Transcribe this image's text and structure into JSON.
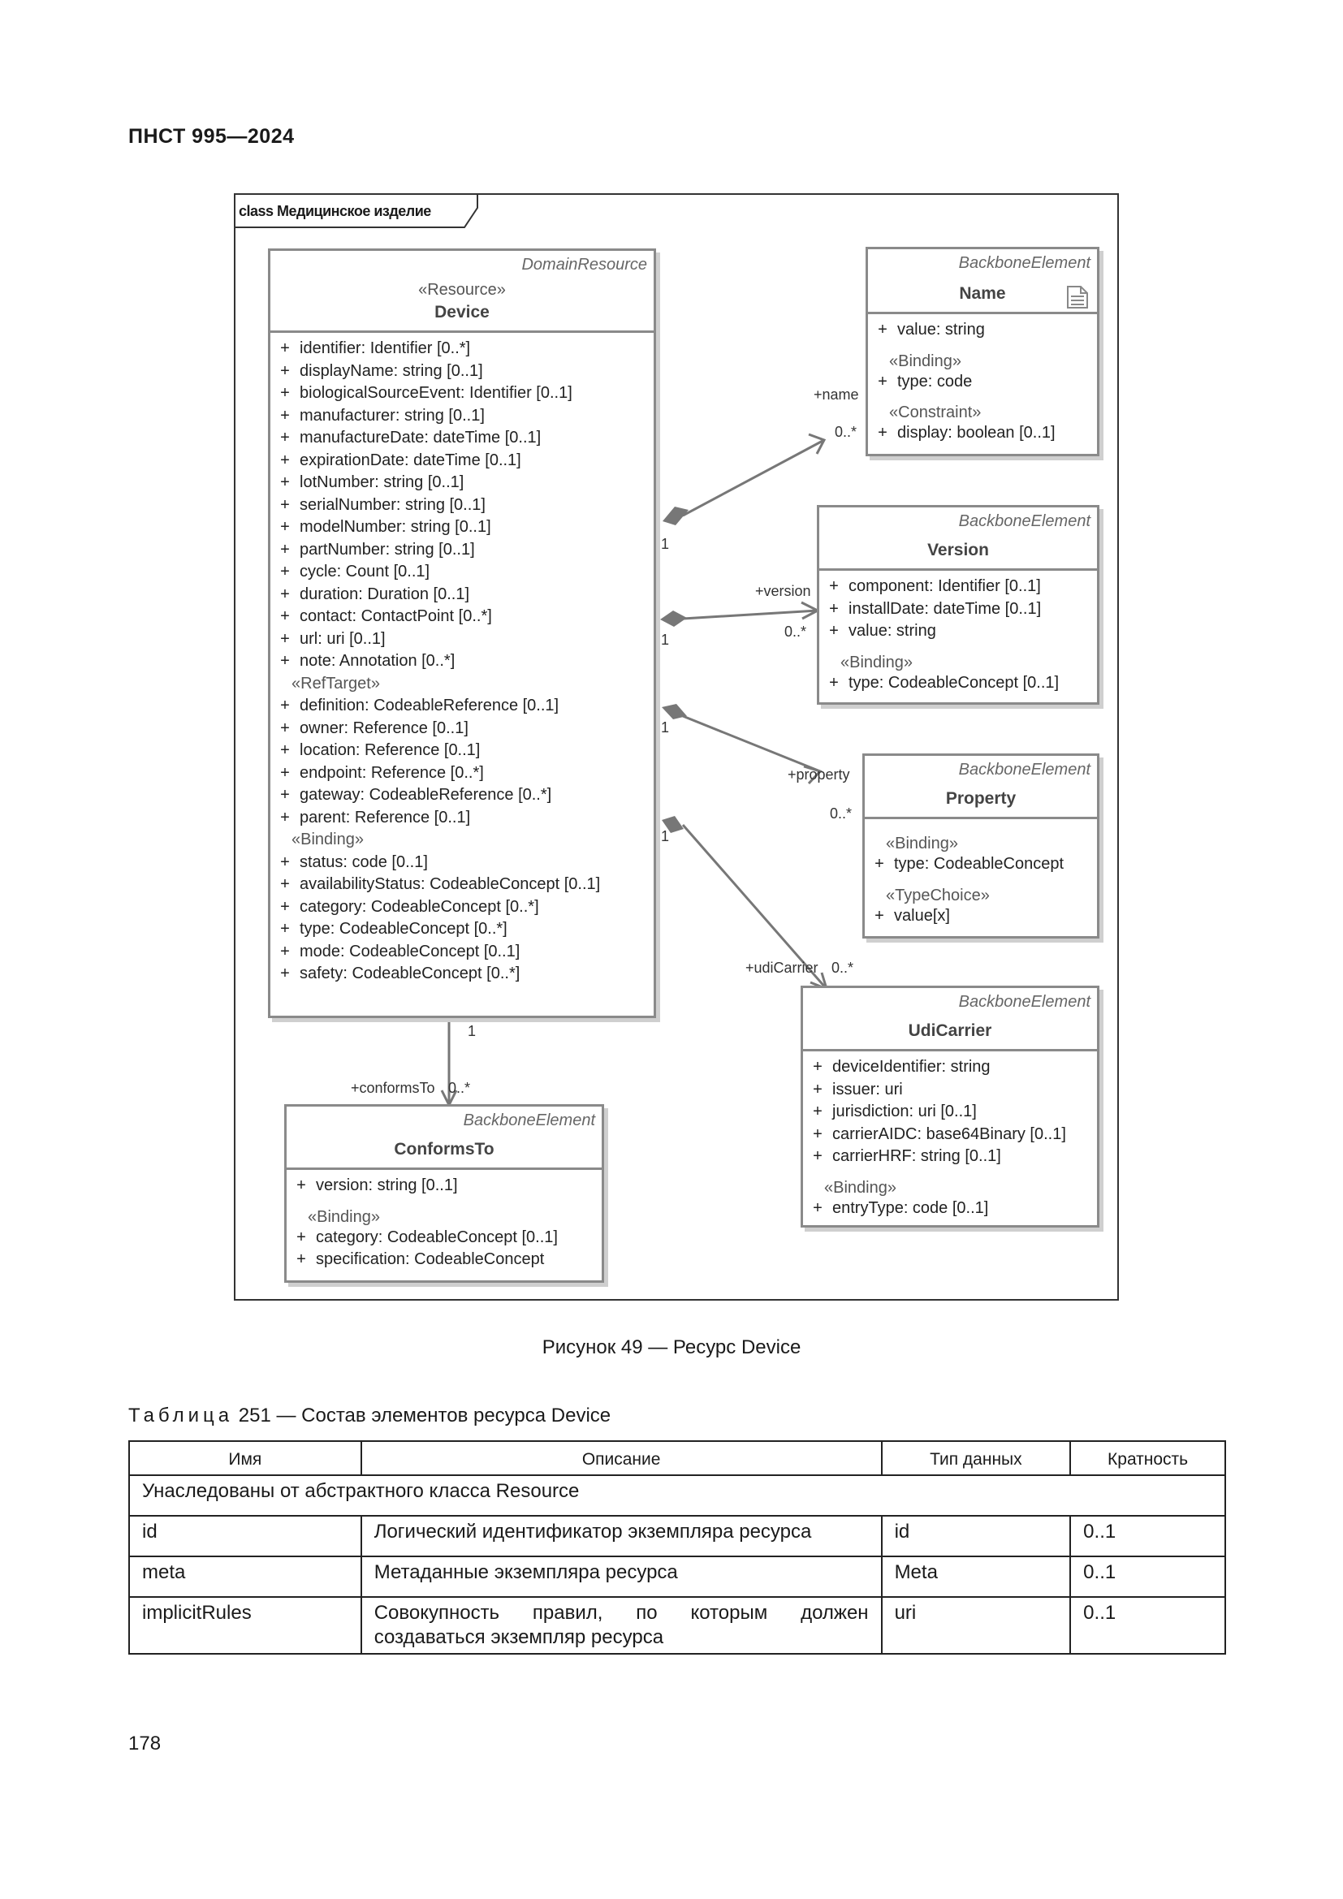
{
  "header": {
    "doc_code": "ПНСТ 995—2024"
  },
  "diagram": {
    "frame_label": "class Медицинское изделие",
    "device": {
      "stereotype_top": "DomainResource",
      "stereotype": "«Resource»",
      "name": "Device",
      "attributes": [
        "identifier: Identifier [0..*]",
        "displayName: string [0..1]",
        "biologicalSourceEvent: Identifier [0..1]",
        "manufacturer: string [0..1]",
        "manufactureDate: dateTime [0..1]",
        "expirationDate: dateTime [0..1]",
        "lotNumber: string [0..1]",
        "serialNumber: string [0..1]",
        "modelNumber: string [0..1]",
        "partNumber: string [0..1]",
        "cycle: Count [0..1]",
        "duration: Duration [0..1]",
        "contact: ContactPoint [0..*]",
        "url: uri [0..1]",
        "note: Annotation [0..*]"
      ],
      "reftarget_label": "«RefTarget»",
      "reftarget_attributes": [
        "definition: CodeableReference [0..1]",
        "owner: Reference [0..1]",
        "location: Reference [0..1]",
        "endpoint: Reference [0..*]",
        "gateway: CodeableReference [0..*]",
        "parent: Reference [0..1]"
      ],
      "binding_label": "«Binding»",
      "binding_attributes": [
        "status: code [0..1]",
        "availabilityStatus: CodeableConcept [0..1]",
        "category: CodeableConcept [0..*]",
        "type: CodeableConcept [0..*]",
        "mode: CodeableConcept [0..1]",
        "safety: CodeableConcept [0..*]"
      ]
    },
    "name_class": {
      "stereotype_top": "BackboneElement",
      "name": "Name",
      "attr1": "value: string",
      "binding_label": "«Binding»",
      "attr2": "type: code",
      "constraint_label": "«Constraint»",
      "attr3": "display: boolean [0..1]"
    },
    "version_class": {
      "stereotype_top": "BackboneElement",
      "name": "Version",
      "attrs": [
        "component: Identifier [0..1]",
        "installDate: dateTime [0..1]",
        "value: string"
      ],
      "binding_label": "«Binding»",
      "attr_binding": "type: CodeableConcept [0..1]"
    },
    "property_class": {
      "stereotype_top": "BackboneElement",
      "name": "Property",
      "binding_label": "«Binding»",
      "attr1": "type: CodeableConcept",
      "typechoice_label": "«TypeChoice»",
      "attr2": "value[x]"
    },
    "udi_class": {
      "stereotype_top": "BackboneElement",
      "name": "UdiCarrier",
      "attrs": [
        "deviceIdentifier: string",
        "issuer: uri",
        "jurisdiction: uri [0..1]",
        "carrierAIDC: base64Binary [0..1]",
        "carrierHRF: string [0..1]"
      ],
      "binding_label": "«Binding»",
      "attr_binding": "entryType: code [0..1]"
    },
    "conforms_class": {
      "stereotype_top": "BackboneElement",
      "name": "ConformsTo",
      "attr1": "version: string [0..1]",
      "binding_label": "«Binding»",
      "attrs_binding": [
        "category: CodeableConcept [0..1]",
        "specification: CodeableConcept"
      ]
    },
    "labels": {
      "plus": "+",
      "name_role": "+name",
      "name_mult": "0..*",
      "name_src": "1",
      "version_role": "+version",
      "version_mult": "0..*",
      "version_src": "1",
      "property_role": "+property",
      "property_mult": "0..*",
      "property_src": "1",
      "udi_role": "+udiCarrier",
      "udi_mult": "0..*",
      "udi_src": "1",
      "conforms_role": "+conformsTo",
      "conforms_mult": "0..*",
      "conforms_src": "1"
    }
  },
  "caption": "Рисунок 49 — Ресурс Device",
  "table": {
    "title_prefix": "Таблица",
    "title_rest": " 251 — Состав элементов ресурса Device",
    "headers": [
      "Имя",
      "Описание",
      "Тип данных",
      "Кратность"
    ],
    "section_row": "Унаследованы от абстрактного класса Resource",
    "rows": [
      [
        "id",
        "Логический идентификатор экземпляра ресурса",
        "id",
        "0..1"
      ],
      [
        "meta",
        "Метаданные экземпляра ресурса",
        "Meta",
        "0..1"
      ],
      [
        "implicitRules",
        "Совокупность правил, по которым должен создаваться экземпляр ресурса",
        "uri",
        "0..1"
      ]
    ]
  },
  "page_number": "178"
}
